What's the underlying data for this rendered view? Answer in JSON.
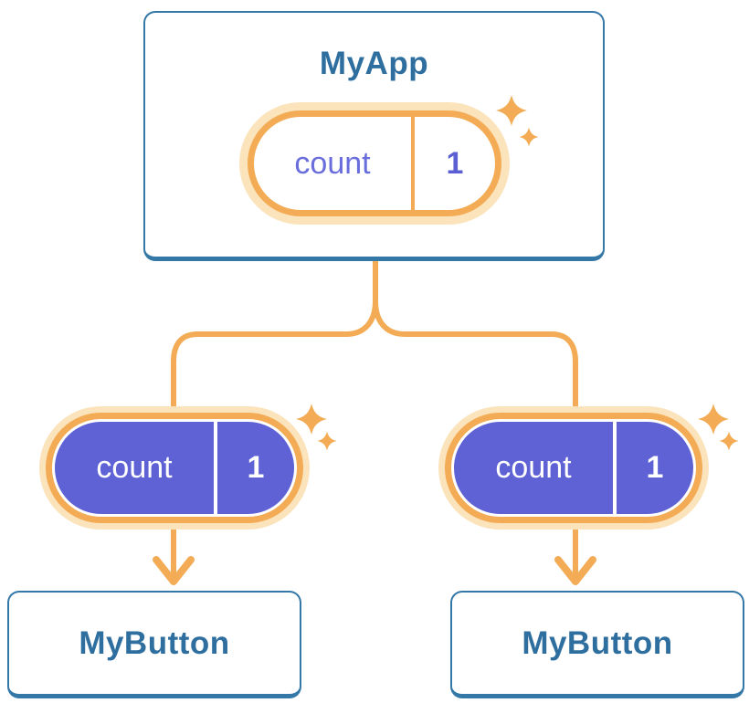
{
  "diagram": {
    "description": "Component tree passing state down as props",
    "root": {
      "title": "MyApp",
      "state": {
        "name": "count",
        "value": "1"
      }
    },
    "children": [
      {
        "title": "MyButton",
        "prop": {
          "name": "count",
          "value": "1"
        }
      },
      {
        "title": "MyButton",
        "prop": {
          "name": "count",
          "value": "1"
        }
      }
    ]
  },
  "icons": {
    "sparkle": "four-point-star",
    "arrow": "chevron-down-arrowhead"
  },
  "colors": {
    "card_border_blue": "#3478A8",
    "card_text_blue": "#2F6F9F",
    "connector_orange": "#F3AC55",
    "halo_orange": "#FBE3BC",
    "pill_purple": "#5E62D5",
    "state_text_purple": "#6A6EDC",
    "pill_text_white": "#FFFFFF",
    "background": "#FFFFFF"
  }
}
